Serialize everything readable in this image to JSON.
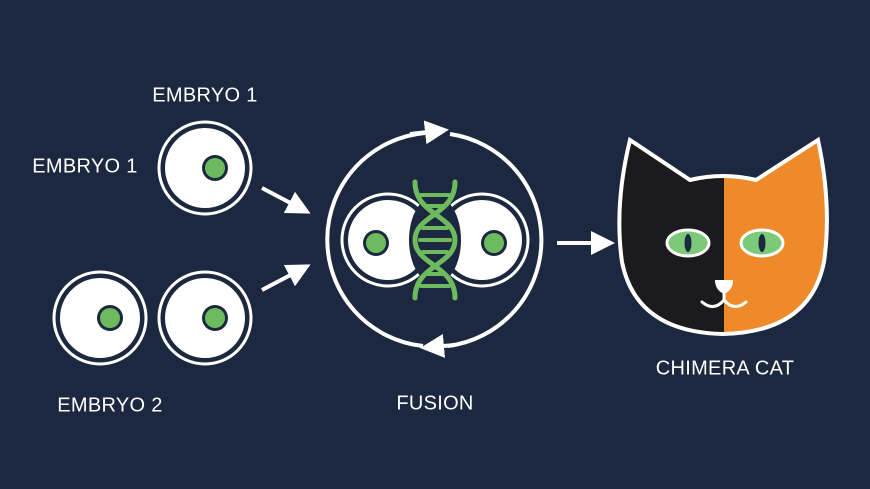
{
  "labels": {
    "embryo1_top": "EMBRYO 1",
    "embryo1_left": "EMBRYO 1",
    "embryo2": "EMBRYO 2",
    "fusion": "FUSION",
    "result": "CHIMERA CAT"
  },
  "colors": {
    "background": "#1c2740",
    "cell": "#ffffff",
    "nucleus": "#6dbb5e",
    "dna": "#6dbb5e",
    "cat_left": "#1b1a1c",
    "cat_right": "#ee8a2a",
    "cat_eye": "#7cc97a"
  }
}
